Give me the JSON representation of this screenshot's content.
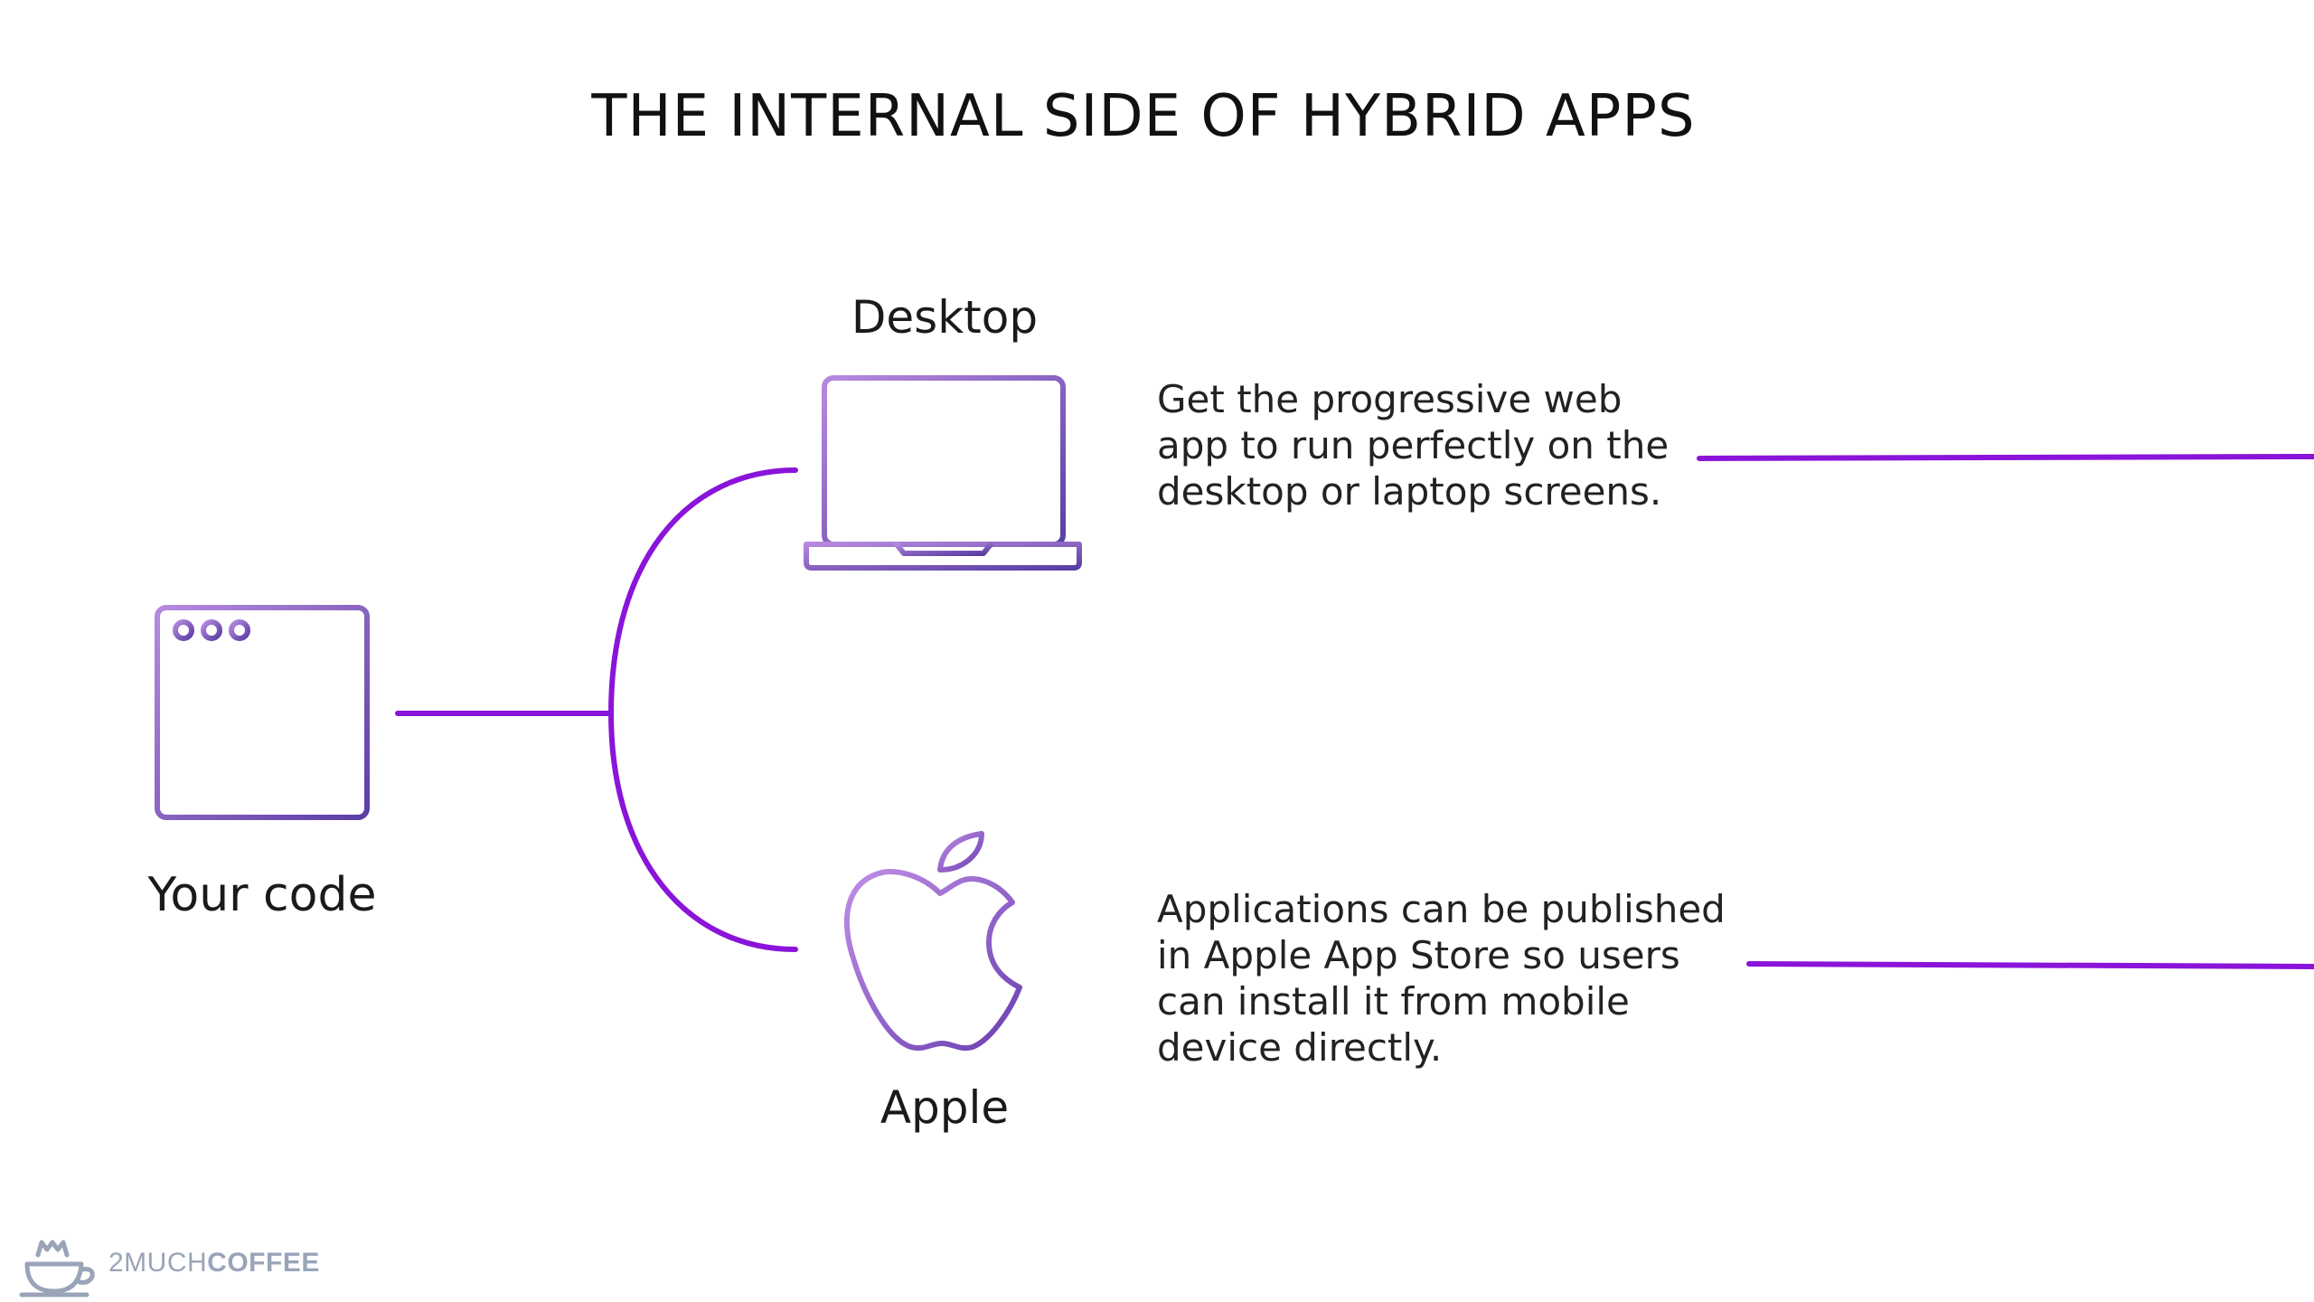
{
  "title": "THE INTERNAL SIDE OF HYBRID APPS",
  "nodes": {
    "source": {
      "label": "Your code",
      "icon": "code-window-icon"
    },
    "desktop": {
      "label": "Desktop",
      "icon": "laptop-icon",
      "description": "Get the progressive web app to run perfectly on the desktop or laptop screens."
    },
    "apple": {
      "label": "Apple",
      "icon": "apple-logo-icon",
      "description": "Applications can be published in Apple App Store so users can install it from mobile device directly."
    }
  },
  "brand": {
    "prefix": "2MUCH",
    "suffix": "COFFEE",
    "icon": "coffee-cup-icon"
  },
  "colors": {
    "connector": "#8a14d9",
    "icon_light": "#b07fd8",
    "icon_dark": "#5a3aa0",
    "brand": "#9aa4b8"
  }
}
